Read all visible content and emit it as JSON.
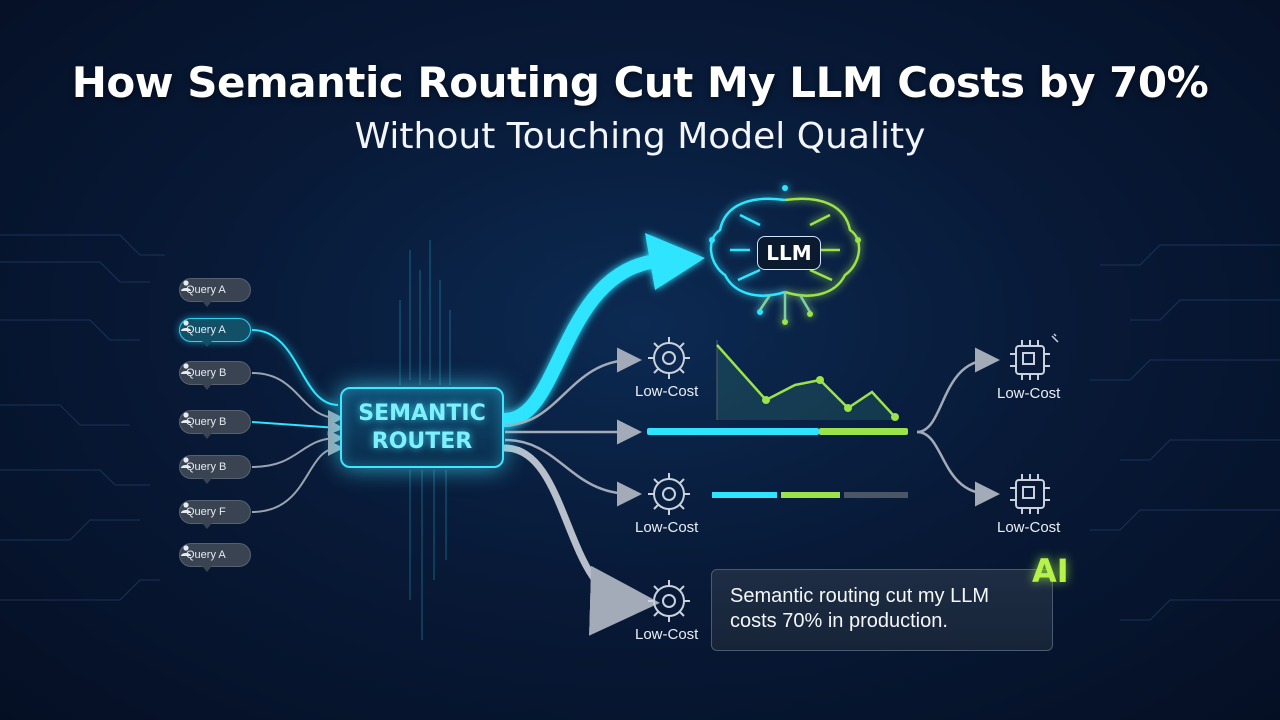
{
  "header": {
    "title": "How Semantic Routing Cut My LLM Costs by 70%",
    "subtitle": "Without Touching Model Quality"
  },
  "queries": [
    {
      "label": "Query A",
      "active": false
    },
    {
      "label": "Query A",
      "active": true
    },
    {
      "label": "Query B",
      "active": false
    },
    {
      "label": "Query B",
      "active": false
    },
    {
      "label": "Query B",
      "active": false
    },
    {
      "label": "Query F",
      "active": false
    },
    {
      "label": "Query A",
      "active": false
    }
  ],
  "router": {
    "line1": "SEMANTIC",
    "line2": "ROUTER"
  },
  "llm": {
    "label": "LLM"
  },
  "nodes": {
    "low_cost_1": "Low-Cost",
    "low_cost_2": "Low-Cost",
    "low_cost_3": "Low-Cost",
    "right_low_cost_1": "Low-Cost",
    "right_low_cost_2": "Low-Cost"
  },
  "callout": {
    "text": "Semantic routing cut my LLM costs 70% in production."
  },
  "ai_badge": "AI",
  "colors": {
    "cyan": "#2fe4ff",
    "green": "#9be34a",
    "gray": "#9aa3b1"
  }
}
